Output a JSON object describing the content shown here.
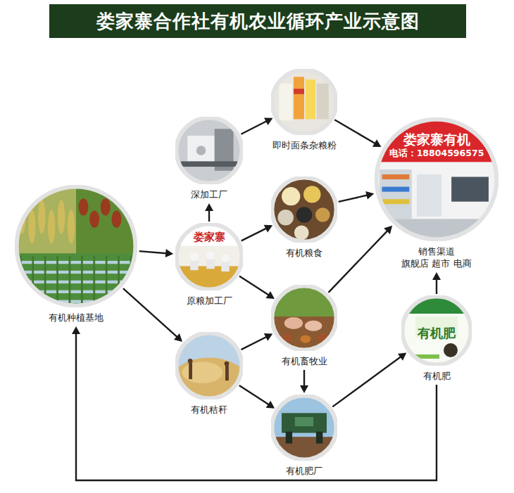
{
  "diagram": {
    "title": "娄家寨合作社有机农业循环产业示意图",
    "nodes": [
      {
        "text": [
          "有机种植基地"
        ]
      },
      {
        "text": [
          "深加工厂"
        ]
      },
      {
        "text": [
          "即时面条杂粮粉"
        ]
      },
      {
        "text": [
          "原粮加工厂"
        ]
      },
      {
        "text": [
          "有机粮食"
        ]
      },
      {
        "text": [
          "销售渠道",
          "旗舰店 超市 电商"
        ]
      },
      {
        "text": [
          "有机畜牧业"
        ]
      },
      {
        "text": [
          "有机秸秆"
        ]
      },
      {
        "text": [
          "有机肥厂"
        ]
      },
      {
        "text": [
          "有机肥"
        ]
      }
    ],
    "edges": [
      {
        "from": 0,
        "to": 3,
        "arrow": "to"
      },
      {
        "from": 0,
        "to": 7,
        "arrow": "to"
      },
      {
        "from": 3,
        "to": 1,
        "arrow": "to"
      },
      {
        "from": 1,
        "to": 2,
        "arrow": "to"
      },
      {
        "from": 3,
        "to": 4,
        "arrow": "to"
      },
      {
        "from": 3,
        "to": 6,
        "arrow": "to"
      },
      {
        "from": 2,
        "to": 5,
        "arrow": "to"
      },
      {
        "from": 4,
        "to": 5,
        "arrow": "to"
      },
      {
        "from": 6,
        "to": 5,
        "arrow": "to"
      },
      {
        "from": 7,
        "to": 6,
        "arrow": "to"
      },
      {
        "from": 7,
        "to": 8,
        "arrow": "to"
      },
      {
        "from": 6,
        "to": 8,
        "arrow": "to"
      },
      {
        "from": 8,
        "to": 9,
        "arrow": "to"
      },
      {
        "from": 9,
        "to": 5,
        "arrow": "to"
      },
      {
        "from": 9,
        "to": 0,
        "arrow": "to"
      }
    ],
    "labels": [
      "娄家寨有机",
      "电话：18804596575",
      "娄家寨",
      "有机肥"
    ]
  }
}
